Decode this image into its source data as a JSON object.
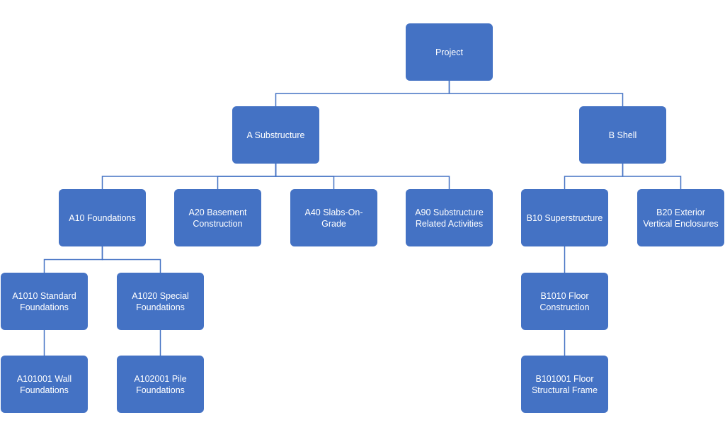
{
  "colors": {
    "node_fill": "#4472c4",
    "node_text": "#ffffff",
    "connector": "#4472c4"
  },
  "nodes": {
    "project": "Project",
    "a": "A Substructure",
    "b": "B Shell",
    "a10": "A10 Foundations",
    "a20": "A20 Basement Construction",
    "a40": "A40 Slabs-On-Grade",
    "a90": "A90 Substructure Related Activities",
    "b10": "B10 Superstructure",
    "b20": "B20 Exterior Vertical Enclosures",
    "a1010": "A1010 Standard Foundations",
    "a1020": "A1020 Special Foundations",
    "b1010": "B1010 Floor Construction",
    "a101001": "A101001 Wall Foundations",
    "a102001": "A102001 Pile Foundations",
    "b101001": "B101001 Floor Structural Frame"
  },
  "edges": [
    [
      "project",
      "a"
    ],
    [
      "project",
      "b"
    ],
    [
      "a",
      "a10"
    ],
    [
      "a",
      "a20"
    ],
    [
      "a",
      "a40"
    ],
    [
      "a",
      "a90"
    ],
    [
      "b",
      "b10"
    ],
    [
      "b",
      "b20"
    ],
    [
      "a10",
      "a1010"
    ],
    [
      "a10",
      "a1020"
    ],
    [
      "b10",
      "b1010"
    ],
    [
      "a1010",
      "a101001"
    ],
    [
      "a1020",
      "a102001"
    ],
    [
      "b1010",
      "b101001"
    ]
  ]
}
